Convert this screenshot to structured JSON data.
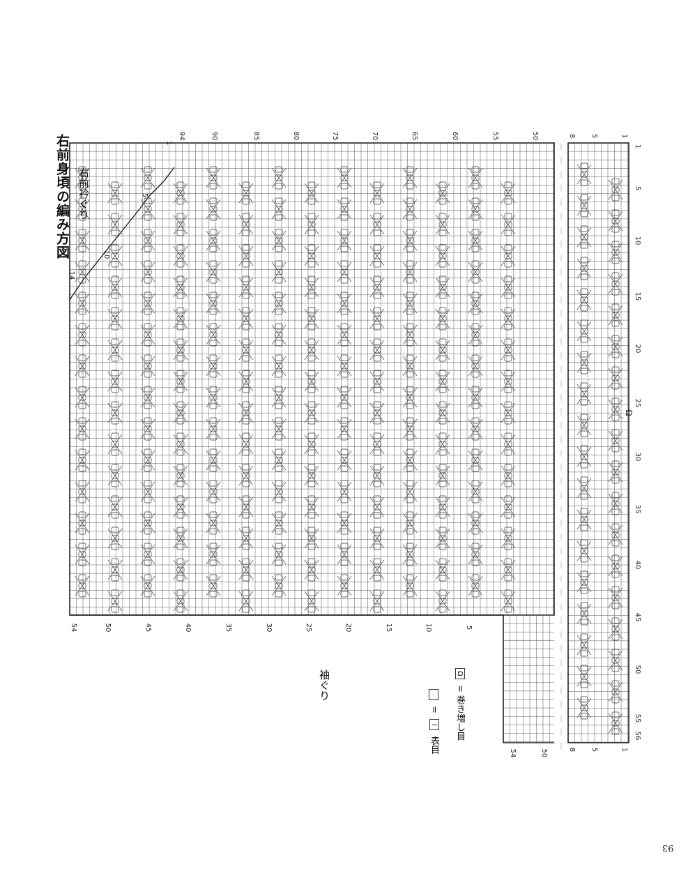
{
  "chart": {
    "title": "右前身頃の編み方図",
    "subtitle": "右前衿ぐり",
    "sleeve_label": "袖ぐり",
    "legend": {
      "purl_eq": "=",
      "purl_text": "表目",
      "wrap_eq": "=",
      "wrap_text": "巻き増し目"
    },
    "top_row_labels": [
      "94",
      "90",
      "85",
      "80",
      "75",
      "70",
      "65",
      "60",
      "55",
      "50"
    ],
    "stitch_labels": [
      "1",
      "5",
      "10",
      "15",
      "20",
      "25",
      "30",
      "35",
      "40",
      "45",
      "50",
      "55",
      "56"
    ],
    "row_labels": [
      "54",
      "50",
      "45",
      "40",
      "35",
      "30",
      "25",
      "20",
      "15",
      "10",
      "5"
    ],
    "left_block_labels": [
      "54",
      "50"
    ],
    "bottom_top_labels": [
      "8",
      "5",
      "1"
    ],
    "bottom_bottom_labels": [
      "8",
      "5",
      "1"
    ],
    "neck_labels": [
      "1",
      "5",
      "10",
      "14"
    ],
    "marker_25": "Ω",
    "page_number": "93"
  },
  "colors": {
    "line": "#555555",
    "ink": "#222222",
    "paper": "#ffffff"
  }
}
